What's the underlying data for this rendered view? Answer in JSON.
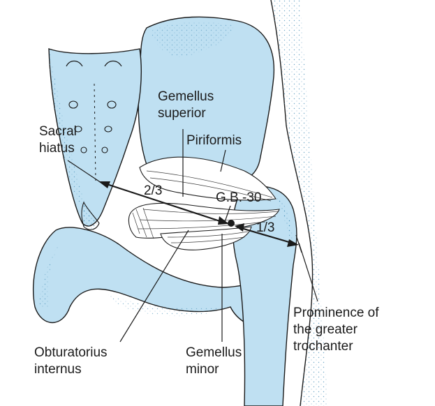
{
  "labels": {
    "gemellus_superior": "Gemellus\nsuperior",
    "sacral_hiatus": "Sacral\nhiatus",
    "piriformis": "Piriformis",
    "ratio_two_thirds": "2/3",
    "point": "G.B.-30",
    "ratio_one_third": "1/3",
    "obturatorius_internus": "Obturatorius\ninternus",
    "gemellus_minor": "Gemellus\nminor",
    "prominence": "Prominence of\nthe greater\ntrochanter"
  },
  "colors": {
    "bone": "#bfe0f2",
    "line": "#1a1a1a",
    "muscle": "#ffffff",
    "stipple": "#4a90b8"
  }
}
